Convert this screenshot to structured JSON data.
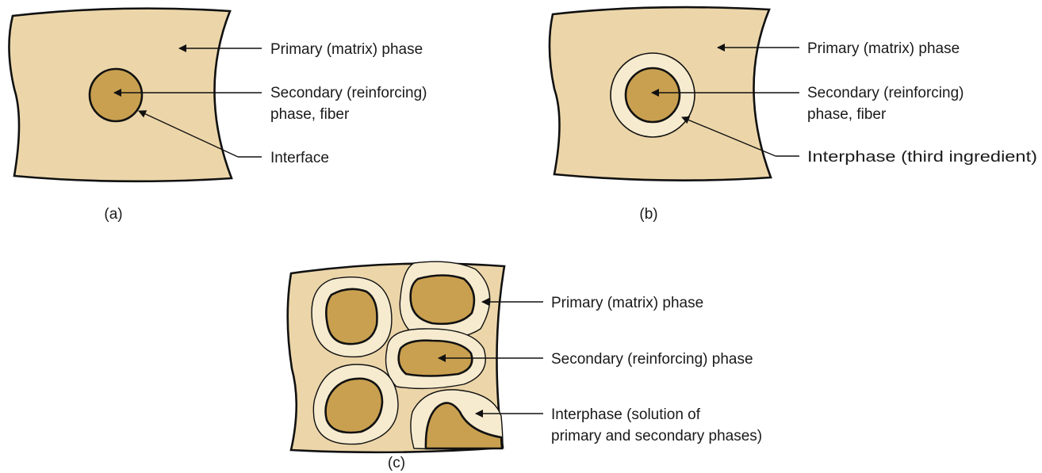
{
  "colors": {
    "matrix": "#ecd6a9",
    "reinforcing": "#c9a050",
    "interphase": "#f6ebcf",
    "outline": "#111111"
  },
  "panel_a": {
    "caption": "(a)",
    "labels": {
      "matrix": "Primary (matrix) phase",
      "fiber_line1": "Secondary (reinforcing)",
      "fiber_line2": "phase, fiber",
      "interface": "Interface"
    }
  },
  "panel_b": {
    "caption": "(b)",
    "labels": {
      "matrix": "Primary (matrix) phase",
      "fiber_line1": "Secondary (reinforcing)",
      "fiber_line2": "phase, fiber",
      "interphase": "Interphase (third ingredient)"
    }
  },
  "panel_c": {
    "caption": "(c)",
    "labels": {
      "matrix": "Primary (matrix) phase",
      "reinforcing": "Secondary (reinforcing) phase",
      "interphase_line1": "Interphase (solution of",
      "interphase_line2": "primary and secondary phases)"
    }
  }
}
